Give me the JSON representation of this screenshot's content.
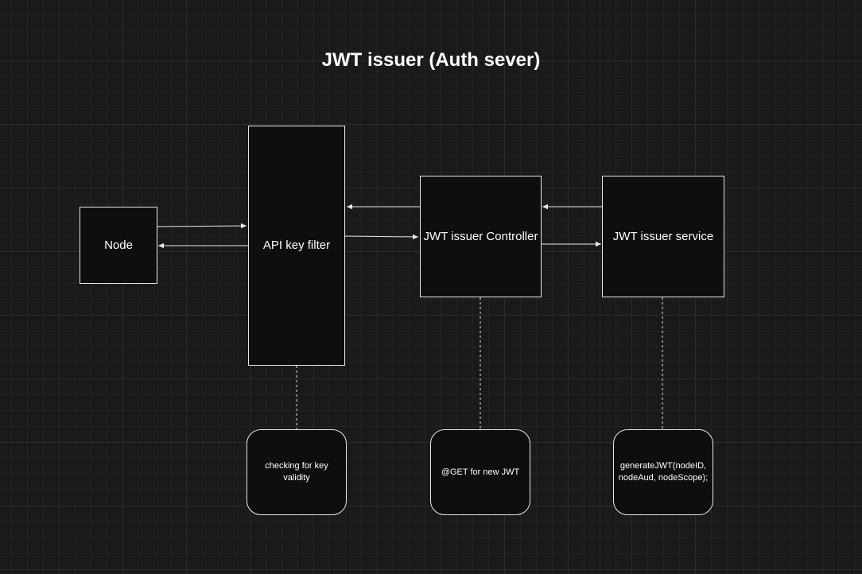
{
  "title": "JWT issuer (Auth sever)",
  "nodes": {
    "node": "Node",
    "api_key_filter": "API key filter",
    "controller": "JWT issuer Controller",
    "service": "JWT issuer service"
  },
  "notes": {
    "filter_note": "checking for key validity",
    "controller_note": "@GET for new JWT",
    "service_note_line1": "generateJWT(nodeID,",
    "service_note_line2": "nodeAud, nodeScope);"
  },
  "colors": {
    "background": "#1a1a1a",
    "stroke": "#e8e8e8",
    "box_fill": "#0e0e0e",
    "text": "#ffffff"
  }
}
